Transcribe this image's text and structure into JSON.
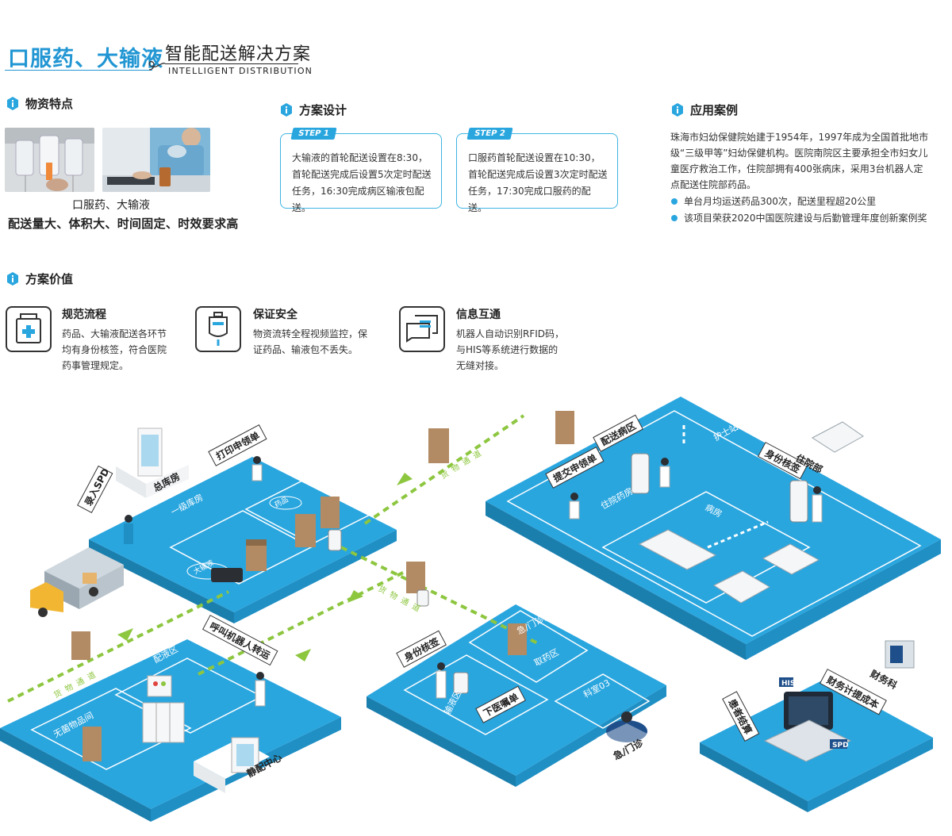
{
  "header": {
    "title_main": "口服药、大输液",
    "title_sub": "智能配送解决方案",
    "title_en": "INTELLIGENT  DISTRIBUTION"
  },
  "features": {
    "heading": "物资特点",
    "caption": "口服药、大输液",
    "caption_bold": "配送量大、体积大、时间固定、时效要求高"
  },
  "design": {
    "heading": "方案设计",
    "steps": [
      {
        "tag": "STEP 1",
        "text": "大输液的首轮配送设置在8:30，首轮配送完成后设置5次定时配送任务，16:30完成病区输液包配送。"
      },
      {
        "tag": "STEP 2",
        "text": "口服药首轮配送设置在10:30，首轮配送完成后设置3次定时配送任务，17:30完成口服药的配送。"
      }
    ]
  },
  "cases": {
    "heading": "应用案例",
    "text": "珠海市妇幼保健院始建于1954年，1997年成为全国首批地市级“三级甲等”妇幼保健机构。医院南院区主要承担全市妇女儿童医疗救治工作，住院部拥有400张病床，采用3台机器人定点配送住院部药品。",
    "bullets": [
      "单台月均运送药品300次，配送里程超20公里",
      "该项目荣获2020中国医院建设与后勤管理年度创新案例奖"
    ]
  },
  "value": {
    "heading": "方案价值",
    "items": [
      {
        "title": "规范流程",
        "text": "药品、大输液配送各环节均有身份核签，符合医院药事管理规定。",
        "icon": "medicine-box-icon"
      },
      {
        "title": "保证安全",
        "text": "物资流转全程视频监控，保证药品、输液包不丢失。",
        "icon": "iv-drip-icon"
      },
      {
        "title": "信息互通",
        "text": "机器人自动识别RFID码，与HIS等系统进行数据的无缝对接。",
        "icon": "chat-message-icon"
      }
    ]
  },
  "diagram": {
    "labels": {
      "print_order": "打印申领单",
      "warehouse": "总库房",
      "enter_spd": "录入SPD",
      "primary_store": "一级库房",
      "medicine": "药品",
      "infusion": "大输液",
      "corridor": "货物通道",
      "deliver_ward": "配送病区",
      "nurse_station": "护士站",
      "submit_order": "提交申领单",
      "id_check": "身份核签",
      "inpatient": "住院部",
      "inpatient_pharmacy": "住院药房",
      "ward": "病房",
      "call_robot": "呼叫机器人转运",
      "mixing_area": "配液区",
      "sterile_room": "无菌物品间",
      "pivas": "静配中心",
      "outpatient_pharmacy": "急/门诊药房",
      "pickup_area": "取药区",
      "dispense_area": "输液区",
      "prescription": "下医嘱单",
      "dept": "科室03",
      "emergency": "急/门诊",
      "patient_checkout": "患者结算",
      "finance_cost": "财务计提成本",
      "finance": "财务科",
      "his": "HIS",
      "spd": "SPD"
    }
  },
  "colors": {
    "brand": "#2196d3",
    "platform": "#2aa6df",
    "accent_green": "#8dc63f"
  }
}
